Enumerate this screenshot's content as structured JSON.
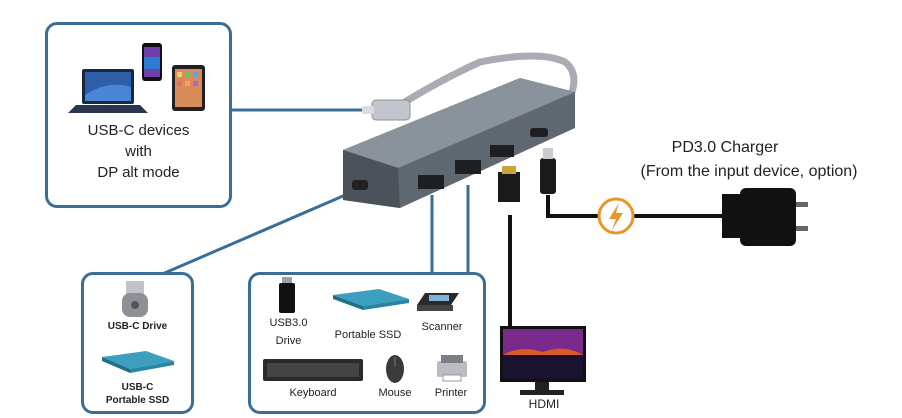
{
  "source_devices": {
    "line1": "USB-C devices",
    "line2": "with",
    "line3": "DP alt mode"
  },
  "charger": {
    "title": "PD3.0 Charger",
    "subtitle": "(From the input device, option)"
  },
  "usb_c_box": {
    "drive_label": "USB-C Drive",
    "ssd_label_line1": "USB-C",
    "ssd_label_line2": "Portable SSD"
  },
  "usb_a_box": {
    "usb30_line1": "USB3.0",
    "usb30_line2": "Drive",
    "portable_ssd": "Portable SSD",
    "scanner": "Scanner",
    "keyboard": "Keyboard",
    "mouse": "Mouse",
    "printer": "Printer"
  },
  "monitor": {
    "label": "HDMI"
  },
  "colors": {
    "frame": "#3b6e96",
    "hub": "#6b7480",
    "bolt": "#e8952a"
  }
}
